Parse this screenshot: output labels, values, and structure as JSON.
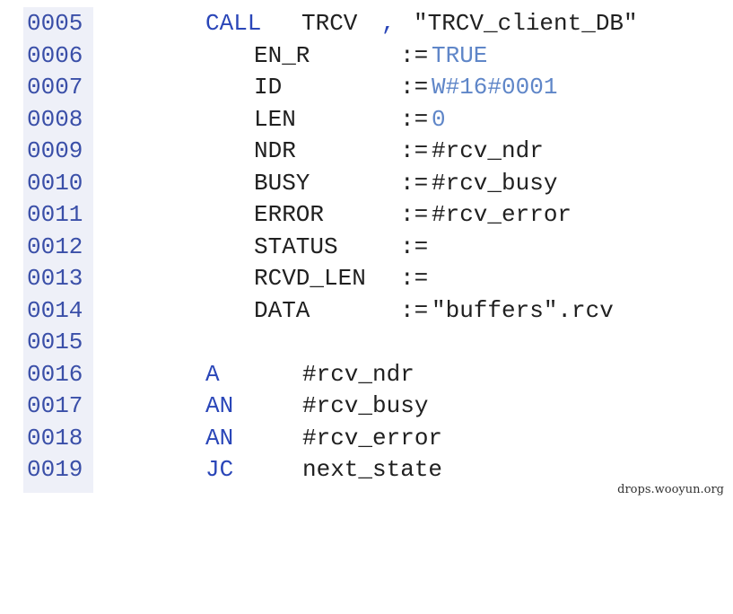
{
  "lines": [
    {
      "no": "0005",
      "kw": "CALL",
      "name": "TRCV",
      "comma": ",",
      "db": "\"TRCV_client_DB\""
    },
    {
      "no": "0006",
      "param": "EN_R",
      "assign": ":=",
      "value": "TRUE"
    },
    {
      "no": "0007",
      "param": "ID",
      "assign": ":=",
      "value": "W#16#0001"
    },
    {
      "no": "0008",
      "param": "LEN",
      "assign": ":=",
      "value": "0"
    },
    {
      "no": "0009",
      "param": "NDR",
      "assign": ":=",
      "value": "#rcv_ndr"
    },
    {
      "no": "0010",
      "param": "BUSY",
      "assign": ":=",
      "value": "#rcv_busy"
    },
    {
      "no": "0011",
      "param": "ERROR",
      "assign": ":=",
      "value": "#rcv_error"
    },
    {
      "no": "0012",
      "param": "STATUS",
      "assign": ":=",
      "value": ""
    },
    {
      "no": "0013",
      "param": "RCVD_LEN",
      "assign": ":=",
      "value": ""
    },
    {
      "no": "0014",
      "param": "DATA",
      "assign": ":=",
      "value": "\"buffers\".rcv"
    },
    {
      "no": "0015"
    },
    {
      "no": "0016",
      "op": "A",
      "operand": "#rcv_ndr"
    },
    {
      "no": "0017",
      "op": "AN",
      "operand": "#rcv_busy"
    },
    {
      "no": "0018",
      "op": "AN",
      "operand": "#rcv_error"
    },
    {
      "no": "0019",
      "op": "JC",
      "operand": "next_state"
    }
  ],
  "watermark": "drops.wooyun.org",
  "colors": {
    "line_number": "#3a4fa8",
    "keyword": "#2a46b8",
    "literal": "#5f86c8",
    "text": "#202020",
    "gutter": "#eef0f8"
  }
}
